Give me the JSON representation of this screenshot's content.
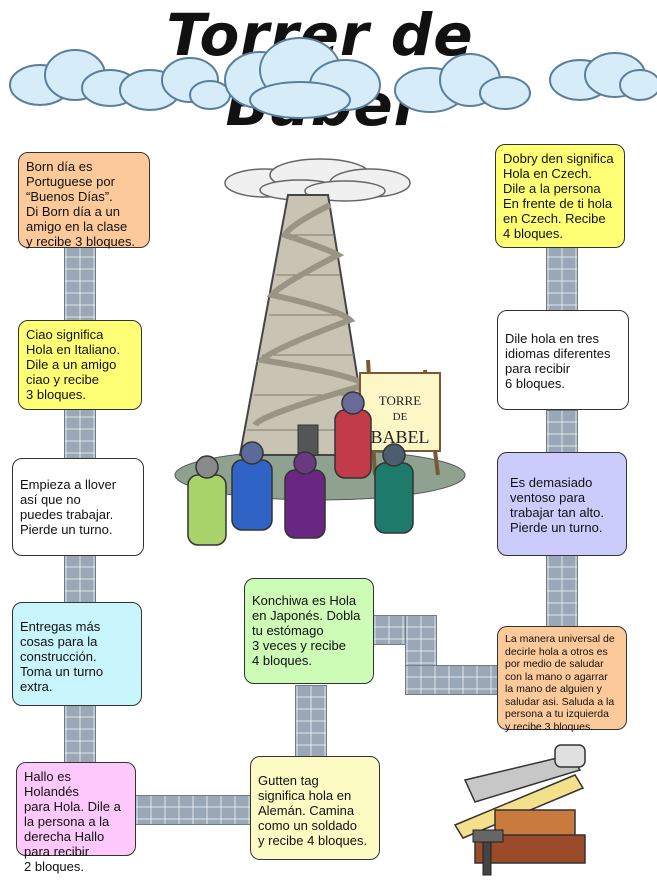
{
  "title": "Torrer de Babel",
  "sign_text": "TORRE DE BABEL",
  "colors": {
    "orange": "#fcc99a",
    "yellow": "#ffff75",
    "white": "#ffffff",
    "cyan": "#c8f4fb",
    "pink": "#fdc8fb",
    "green": "#ccfcb6",
    "cream": "#fdfbc4",
    "lavender": "#ccccfc",
    "path": "#9aa7b6"
  },
  "cards": [
    {
      "text": "Born día es\nPortuguese por\n“Buenos Días”.\nDi Born día a un\namigo en la clase\ny recibe 3 bloques.",
      "color": "#fcc99a"
    },
    {
      "text": "Ciao significa\nHola en Italiano.\nDile a un amigo\nciao y recibe\n3 bloques.",
      "color": "#ffff75"
    },
    {
      "text": "Empieza a llover\nasí que no\npuedes trabajar.\nPierde un turno.",
      "color": "#ffffff"
    },
    {
      "text": "Entregas más\ncosas para la\nconstrucción.\nToma un turno\nextra.",
      "color": "#c8f4fb"
    },
    {
      "text": "Hallo es Holandés\npara Hola. Dile a\nla persona a la\nderecha Hallo\npara recibir\n2 bloques.",
      "color": "#fdc8fb"
    },
    {
      "text": "Gutten tag\nsignifica hola en\nAlemán. Camina\ncomo un soldado\ny recibe 4 bloques.",
      "color": "#fdfbc4"
    },
    {
      "text": "Konchiwa es Hola\nen Japonés. Dobla\ntu estómago\n3 veces y recibe\n4 bloques.",
      "color": "#ccfcb6"
    },
    {
      "text": "La manera universal de\ndecirle hola a otros es\npor medio de saludar\ncon la mano o agarrar\nla mano de alguien y\nsaludar asi. Saluda a la\npersona a tu izquierda\ny recibe 3 bloques.",
      "color": "#fcc99a"
    },
    {
      "text": "Es demasiado\nventoso para\ntrabajar tan alto.\nPierde un turno.",
      "color": "#ccccfc"
    },
    {
      "text": "Dile hola en tres\nidiomas diferentes\npara recibir\n6 bloques.",
      "color": "#ffffff"
    },
    {
      "text": "Dobry den significa\nHola en Czech.\nDile a la persona\nEn frente de ti hola\nen Czech. Recibe\n4 bloques.",
      "color": "#ffff75"
    }
  ]
}
